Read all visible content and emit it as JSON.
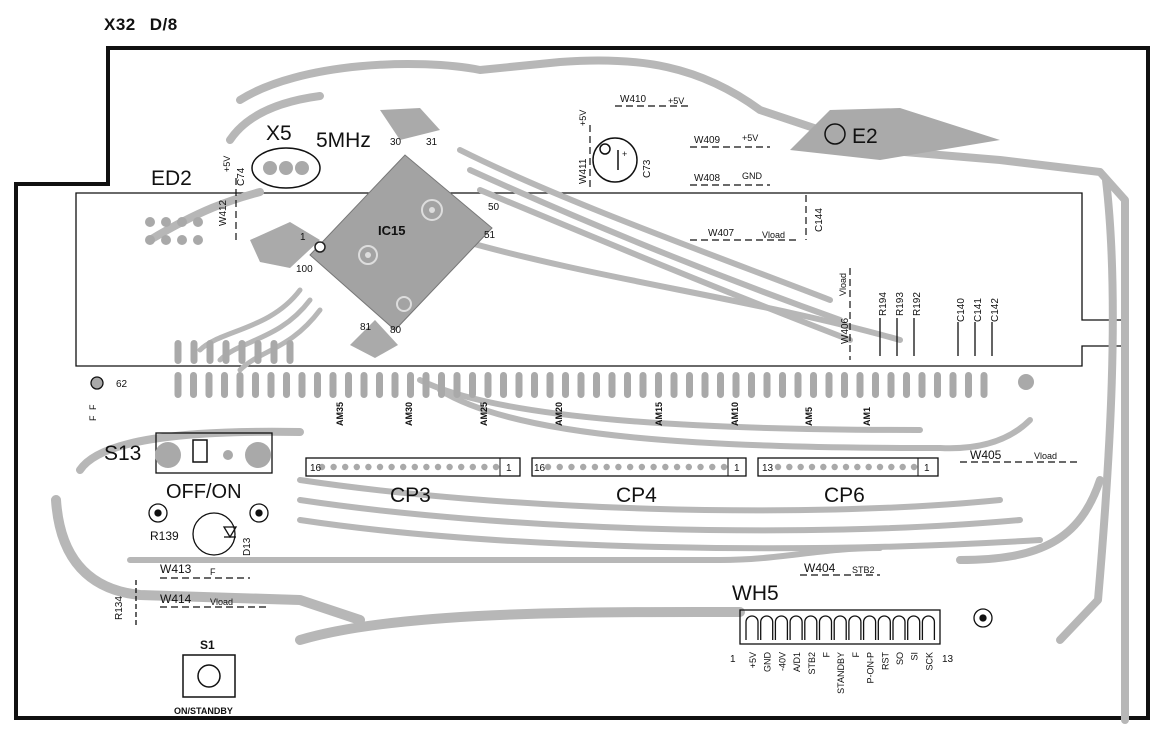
{
  "header": {
    "model": "X32",
    "sheet": "D/8"
  },
  "colors": {
    "trace": "#b7b7b7",
    "trace_dark": "#9a9a9a",
    "outline": "#111111",
    "pad": "#a9a9a9"
  },
  "components": {
    "crystal": {
      "ref": "X5",
      "freq": "5MHz"
    },
    "ed2": "ED2",
    "ic": {
      "ref": "IC15",
      "pin1": "1",
      "pin30": "30",
      "pin31": "31",
      "pin50": "50",
      "pin51": "51",
      "pin80": "80",
      "pin81": "81",
      "pin100": "100"
    },
    "e2": "E2",
    "c74": "C74",
    "c74_rail": "+5V",
    "w412": "W412",
    "w411": "W411",
    "w411_rail": "+5V",
    "c73": "C73",
    "w410": "W410",
    "w410_rail": "+5V",
    "w409": "W409",
    "w409_rail": "+5V",
    "w408": "W408",
    "w408_rail": "GND",
    "c144": "C144",
    "w407": "W407",
    "w407_rail": "Vload",
    "w406": "W406",
    "w406_rail": "Vload",
    "r194": "R194",
    "r193": "R193",
    "r192": "R192",
    "c140": "C140",
    "c141": "C141",
    "c142": "C142",
    "pad62": "62",
    "f1": "F",
    "f2": "F",
    "s13": "S13",
    "off_on": "OFF/ON",
    "r139": "R139",
    "d13": "D13",
    "w413": "W413",
    "w413_rail": "F",
    "w414": "W414",
    "w414_rail": "Vload",
    "r134": "R134",
    "s1": "S1",
    "s1_label": "ON/STANDBY",
    "w404": "W404",
    "w404_rail": "STB2",
    "w405": "W405",
    "w405_rail": "Vload",
    "wh5": "WH5",
    "wh5_pin1": "1",
    "wh5_pin13": "13",
    "pad1_right": "1"
  },
  "grid_labels": [
    "AM35",
    "AM30",
    "AM25",
    "AM20",
    "AM15",
    "AM10",
    "AM5",
    "AM1"
  ],
  "connectors": [
    {
      "name": "CP3",
      "pin_left": "16",
      "pin_right": "1"
    },
    {
      "name": "CP4",
      "pin_left": "16",
      "pin_right": "1"
    },
    {
      "name": "CP6",
      "pin_left": "13",
      "pin_right": "1"
    }
  ],
  "wh5_pins": [
    "+5V",
    "GND",
    "-40V",
    "A/D1",
    "STB2",
    "F",
    "STANDBY",
    "F",
    "P-ON-P",
    "RST",
    "SO",
    "SI",
    "SCK"
  ]
}
